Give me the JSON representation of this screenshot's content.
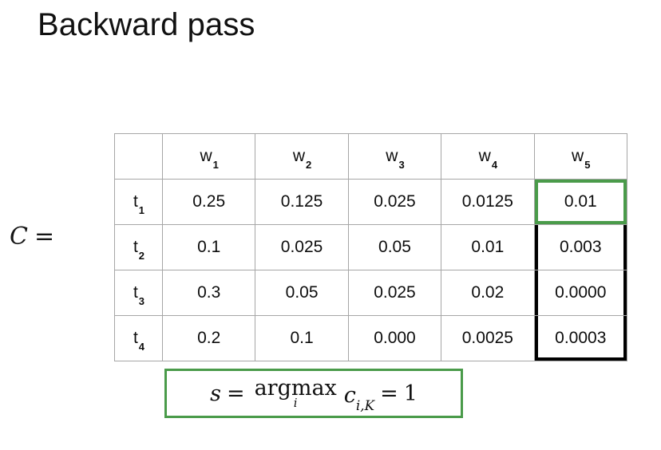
{
  "slide": {
    "title": "Backward pass",
    "matrix_label": "C",
    "matrix_equals": "="
  },
  "colors": {
    "highlight_green": "#4a9b4a",
    "outline_black": "#000000",
    "grid_gray": "#a6a6a6",
    "text": "#0d0d0d",
    "background": "#ffffff"
  },
  "chart_data": {
    "type": "table",
    "title": "Backward pass",
    "corner_label": "",
    "columns": [
      "w1",
      "w2",
      "w3",
      "w4",
      "w5"
    ],
    "column_labels": [
      {
        "base": "w",
        "sub": "1"
      },
      {
        "base": "w",
        "sub": "2"
      },
      {
        "base": "w",
        "sub": "3"
      },
      {
        "base": "w",
        "sub": "4"
      },
      {
        "base": "w",
        "sub": "5"
      }
    ],
    "rows": [
      "t1",
      "t2",
      "t3",
      "t4"
    ],
    "row_labels": [
      {
        "base": "t",
        "sub": "1"
      },
      {
        "base": "t",
        "sub": "2"
      },
      {
        "base": "t",
        "sub": "3"
      },
      {
        "base": "t",
        "sub": "4"
      }
    ],
    "values": [
      [
        "0.25",
        "0.125",
        "0.025",
        "0.0125",
        "0.01"
      ],
      [
        "0.1",
        "0.025",
        "0.05",
        "0.01",
        "0.003"
      ],
      [
        "0.3",
        "0.05",
        "0.025",
        "0.02",
        "0.0000"
      ],
      [
        "0.2",
        "0.1",
        "0.000",
        "0.0025",
        "0.0003"
      ]
    ],
    "highlights": [
      {
        "row": "t1",
        "column": "w5",
        "value": "0.01",
        "style": "green-box"
      },
      {
        "row": "t2",
        "column": "w5",
        "value": "0.003",
        "style": "black-box"
      },
      {
        "row": "t3",
        "column": "w5",
        "value": "0.0000",
        "style": "black-box"
      },
      {
        "row": "t4",
        "column": "w5",
        "value": "0.0003",
        "style": "black-box"
      }
    ],
    "grid": true,
    "legend": "none"
  },
  "formula": {
    "lhs": "s",
    "equals": "=",
    "operator": "argmax",
    "operator_subscript": "i",
    "argument_base": "c",
    "argument_subscript": "i,K",
    "equals2": "=",
    "result": "1",
    "plain": "s = argmax_i c_{i,K} = 1"
  }
}
